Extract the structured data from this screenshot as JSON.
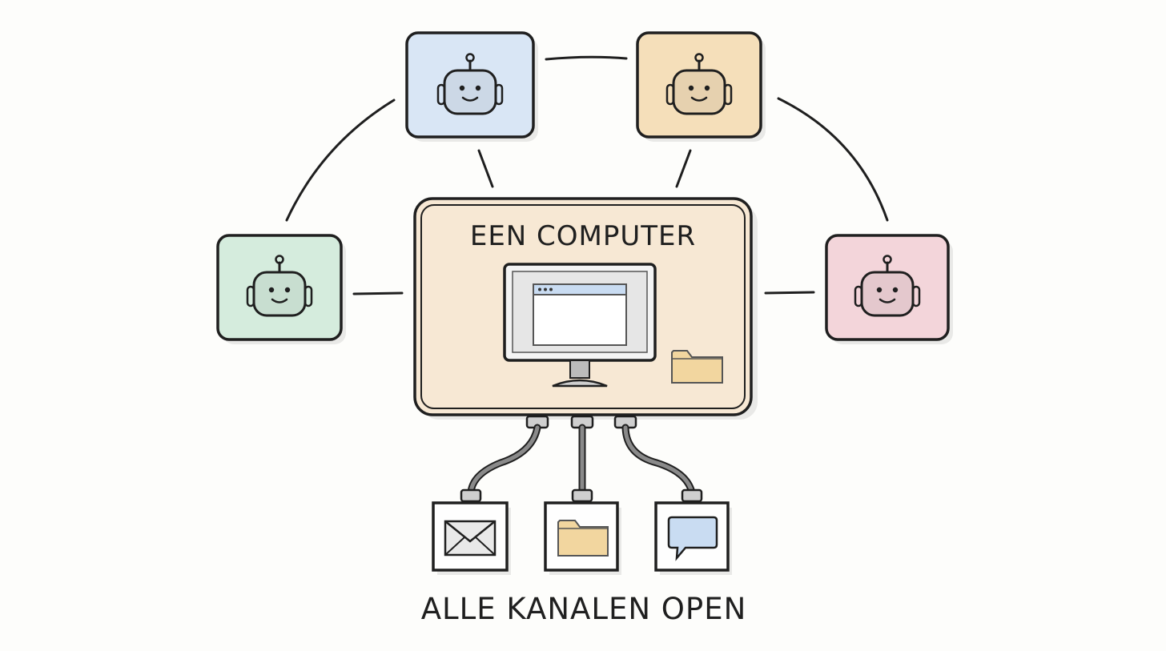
{
  "title": "EEN COMPUTER",
  "caption": "ALLE KANALEN OPEN",
  "colors": {
    "ink": "#1f1f1f",
    "agent_blue": "#d9e6f5",
    "agent_orange": "#f5dfba",
    "agent_green": "#d5ecdd",
    "agent_pink": "#f3d5da",
    "computer_fill": "#f7e8d4",
    "folder": "#f2d69f",
    "chat": "#c9dcf2",
    "cable": "#8a8a8a"
  },
  "agents": [
    {
      "name": "agent-blue",
      "icon": "robot-icon"
    },
    {
      "name": "agent-orange",
      "icon": "robot-icon"
    },
    {
      "name": "agent-green",
      "icon": "robot-icon"
    },
    {
      "name": "agent-pink",
      "icon": "robot-icon"
    }
  ],
  "channels": [
    {
      "name": "email-channel",
      "icon": "envelope-icon"
    },
    {
      "name": "files-channel",
      "icon": "folder-icon"
    },
    {
      "name": "chat-channel",
      "icon": "chat-bubble-icon"
    }
  ]
}
